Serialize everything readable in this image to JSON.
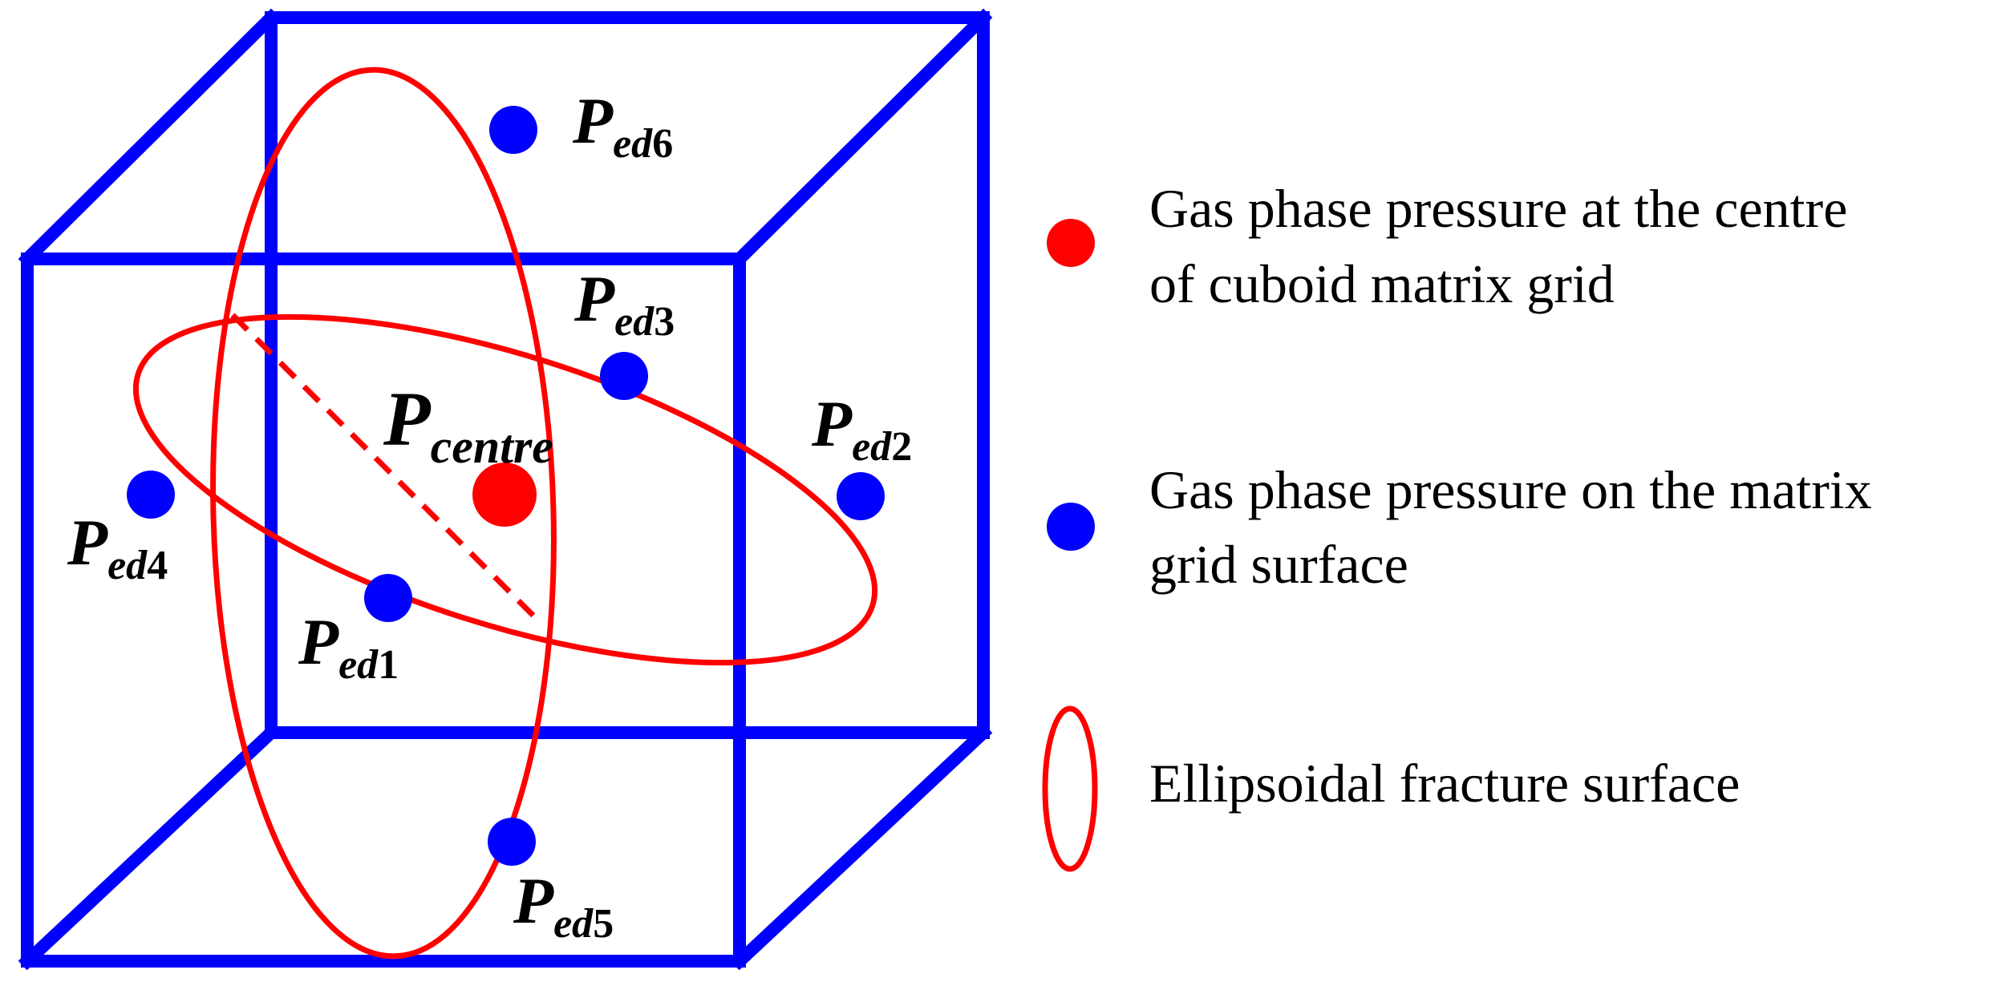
{
  "points": {
    "centre": {
      "base": "P",
      "sub": "centre",
      "num": ""
    },
    "ed1": {
      "base": "P",
      "sub": "ed",
      "num": "1"
    },
    "ed2": {
      "base": "P",
      "sub": "ed",
      "num": "2"
    },
    "ed3": {
      "base": "P",
      "sub": "ed",
      "num": "3"
    },
    "ed4": {
      "base": "P",
      "sub": "ed",
      "num": "4"
    },
    "ed5": {
      "base": "P",
      "sub": "ed",
      "num": "5"
    },
    "ed6": {
      "base": "P",
      "sub": "ed",
      "num": "6"
    }
  },
  "legend": {
    "centre_pressure": {
      "line1": "Gas phase pressure at the centre",
      "line2": "of cuboid matrix grid",
      "color": "#ff0000"
    },
    "surface_pressure": {
      "line1": "Gas phase pressure on the matrix",
      "line2": "grid surface",
      "color": "#0000ff"
    },
    "fracture": {
      "line1": "Ellipsoidal fracture surface",
      "color": "#ff0000"
    }
  },
  "colors": {
    "cube": "#0000ff",
    "fracture": "#ff0000",
    "text": "#000000"
  }
}
